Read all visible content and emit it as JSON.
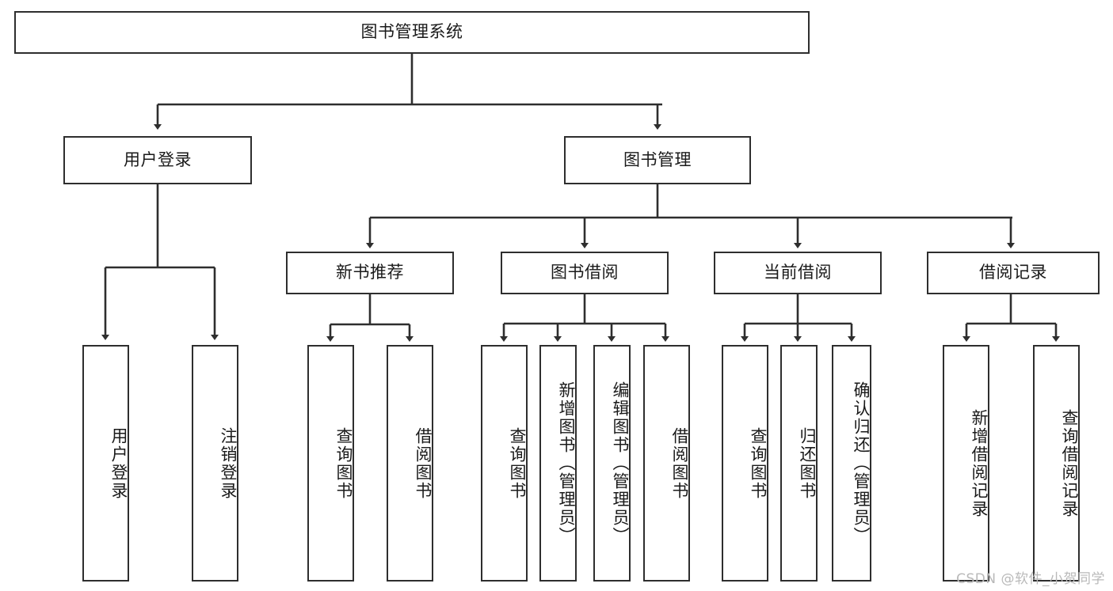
{
  "diagram": {
    "title": "图书管理系统",
    "type": "tree-hierarchy",
    "watermark": "CSDN @软件_小贺同学",
    "colors": {
      "border": "#2e2e2e",
      "fill": "#ffffff",
      "text": "#1a1a1a",
      "edge": "#2e2e2e",
      "watermark": "#b9b9b9"
    },
    "nodes": {
      "root": {
        "label": "图书管理系统",
        "level": 1,
        "orientation": "horizontal"
      },
      "l2": [
        {
          "id": "user-login",
          "label": "用户登录",
          "level": 2,
          "orientation": "horizontal"
        },
        {
          "id": "book-manage",
          "label": "图书管理",
          "level": 2,
          "orientation": "horizontal"
        }
      ],
      "l3": [
        {
          "id": "new-book-rec",
          "label": "新书推荐",
          "level": 3,
          "orientation": "horizontal"
        },
        {
          "id": "book-borrow",
          "label": "图书借阅",
          "level": 3,
          "orientation": "horizontal"
        },
        {
          "id": "current-borrow",
          "label": "当前借阅",
          "level": 3,
          "orientation": "horizontal"
        },
        {
          "id": "borrow-record",
          "label": "借阅记录",
          "level": 3,
          "orientation": "horizontal"
        }
      ],
      "leaves": [
        {
          "id": "leaf-user-login",
          "label": "用户登录",
          "parent": "user-login",
          "orientation": "vertical"
        },
        {
          "id": "leaf-user-logout",
          "label": "注销登录",
          "parent": "user-login",
          "orientation": "vertical"
        },
        {
          "id": "leaf-query-book-1",
          "label": "查询图书",
          "parent": "new-book-rec",
          "orientation": "vertical"
        },
        {
          "id": "leaf-borrow-book-1",
          "label": "借阅图书",
          "parent": "new-book-rec",
          "orientation": "vertical"
        },
        {
          "id": "leaf-query-book-2",
          "label": "查询图书",
          "parent": "book-borrow",
          "orientation": "vertical"
        },
        {
          "id": "leaf-add-book",
          "label": "新增图书（管理员）",
          "parent": "book-borrow",
          "orientation": "vertical"
        },
        {
          "id": "leaf-edit-book",
          "label": "编辑图书（管理员）",
          "parent": "book-borrow",
          "orientation": "vertical"
        },
        {
          "id": "leaf-borrow-book-2",
          "label": "借阅图书",
          "parent": "book-borrow",
          "orientation": "vertical"
        },
        {
          "id": "leaf-query-book-3",
          "label": "查询图书",
          "parent": "current-borrow",
          "orientation": "vertical"
        },
        {
          "id": "leaf-return-book",
          "label": "归还图书",
          "parent": "current-borrow",
          "orientation": "vertical"
        },
        {
          "id": "leaf-confirm-return",
          "label": "确认归还（管理员）",
          "parent": "current-borrow",
          "orientation": "vertical"
        },
        {
          "id": "leaf-add-record",
          "label": "新增借阅记录",
          "parent": "borrow-record",
          "orientation": "vertical"
        },
        {
          "id": "leaf-query-record",
          "label": "查询借阅记录",
          "parent": "borrow-record",
          "orientation": "vertical"
        }
      ]
    }
  }
}
